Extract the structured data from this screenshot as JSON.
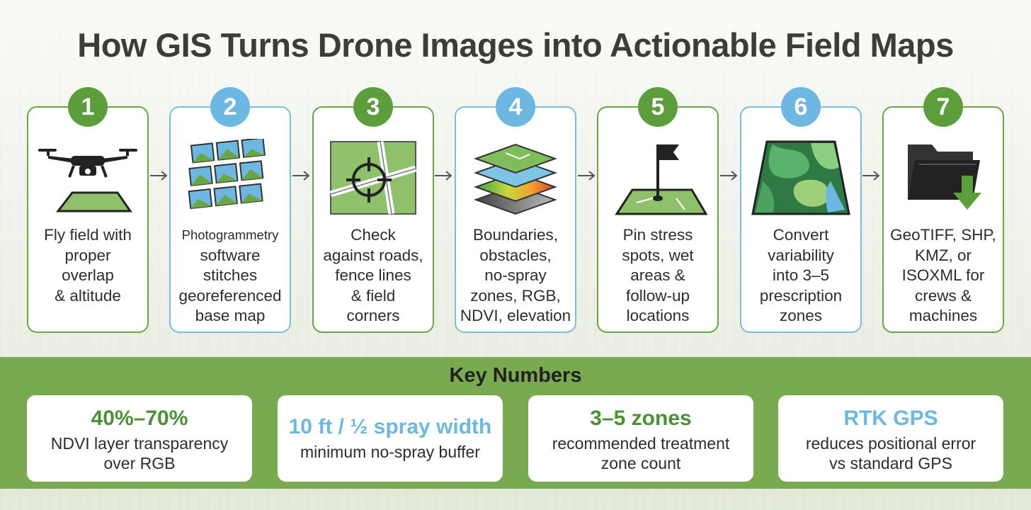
{
  "title": "How GIS Turns Drone Images into Actionable Field Maps",
  "steps": [
    {
      "number": "1",
      "lines": [
        "Fly field with",
        "proper",
        "overlap",
        "& altitude"
      ]
    },
    {
      "number": "2",
      "lines": [
        "Photogrammetry",
        "software",
        "stitches",
        "georeferenced",
        "base map"
      ]
    },
    {
      "number": "3",
      "lines": [
        "Check",
        "against roads,",
        "fence lines",
        "& field",
        "corners"
      ]
    },
    {
      "number": "4",
      "lines": [
        "Boundaries,",
        "obstacles,",
        "no-spray",
        "zones, RGB,",
        "NDVI, elevation"
      ]
    },
    {
      "number": "5",
      "lines": [
        "Pin stress",
        "spots, wet",
        "areas &",
        "follow-up",
        "locations"
      ]
    },
    {
      "number": "6",
      "lines": [
        "Convert",
        "variability",
        "into 3–5",
        "prescription",
        "zones"
      ]
    },
    {
      "number": "7",
      "lines": [
        "GeoTIFF, SHP,",
        "KMZ, or",
        "ISOXML for",
        "crews &",
        "machines"
      ]
    }
  ],
  "key_numbers": {
    "title": "Key Numbers",
    "cards": [
      {
        "value": "40%–70%",
        "lines": [
          "NDVI layer transparency",
          "over RGB"
        ]
      },
      {
        "value": "10 ft / ½ spray width",
        "lines": [
          "minimum no-spray buffer"
        ]
      },
      {
        "value": "3–5 zones",
        "lines": [
          "recommended treatment",
          "zone count"
        ]
      },
      {
        "value": "RTK GPS",
        "lines": [
          "reduces positional error",
          "vs standard GPS"
        ]
      }
    ]
  },
  "colors": {
    "green": "#5c9e3c",
    "blue": "#6db8e2",
    "band": "#7aaa50",
    "title_text": "#3c3c3c"
  },
  "icons": [
    "drone-icon",
    "photo-stitch-icon",
    "crosshair-map-icon",
    "layers-icon",
    "flag-pin-icon",
    "zone-map-icon",
    "folder-download-icon"
  ]
}
